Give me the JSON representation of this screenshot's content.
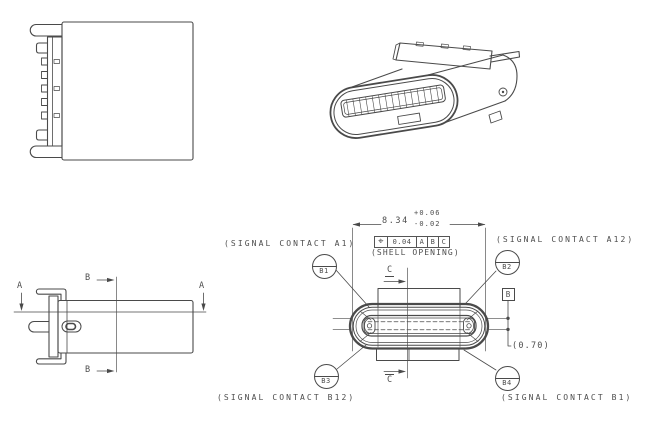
{
  "drawing": {
    "title_hint": "USB Type-C receptacle connector engineering drawing",
    "colors": {
      "line": "#4a4a4a",
      "text": "#4d4d4d",
      "background": "#ffffff"
    },
    "front_view": {
      "dim_width": {
        "value": "8.34",
        "tol_plus": "+0.06",
        "tol_minus": "-0.02"
      },
      "fcf": {
        "symbol": "⌖",
        "tolerance": "0.04",
        "datum_a": "A",
        "datum_b": "B",
        "datum_c": "C"
      },
      "shell_opening_label": "(SHELL OPENING)",
      "signal_contact_a1": "(SIGNAL CONTACT A1)",
      "signal_contact_a12": "(SIGNAL CONTACT A12)",
      "signal_contact_b12": "(SIGNAL CONTACT B12)",
      "signal_contact_b1": "(SIGNAL CONTACT B1)",
      "balloons": {
        "b1": "B1",
        "b2": "B2",
        "b3": "B3",
        "b4": "B4"
      },
      "datum_flag": "B",
      "dim_tongue": "(0.70)"
    },
    "side_view": {
      "section_a": "A",
      "section_b": "B",
      "section_c": "C"
    }
  }
}
